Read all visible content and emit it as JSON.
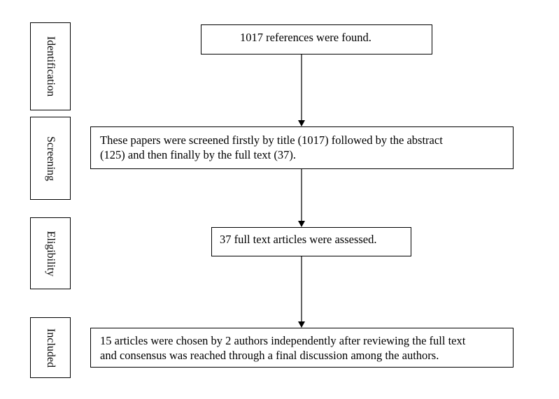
{
  "stages": {
    "identification": "Identification",
    "screening": "Screening",
    "eligibility": "Eligibility",
    "included": "Included"
  },
  "boxes": {
    "identification": "1017 references were found.",
    "screening_line1": "These papers were screened firstly by title (1017) followed by the abstract",
    "screening_line2": "(125) and then finally by the full text (37).",
    "eligibility": "37 full text articles were assessed.",
    "included_line1": "15 articles were chosen by 2 authors independently after reviewing the full text",
    "included_line2": "and consensus was reached through a final discussion among the authors."
  }
}
